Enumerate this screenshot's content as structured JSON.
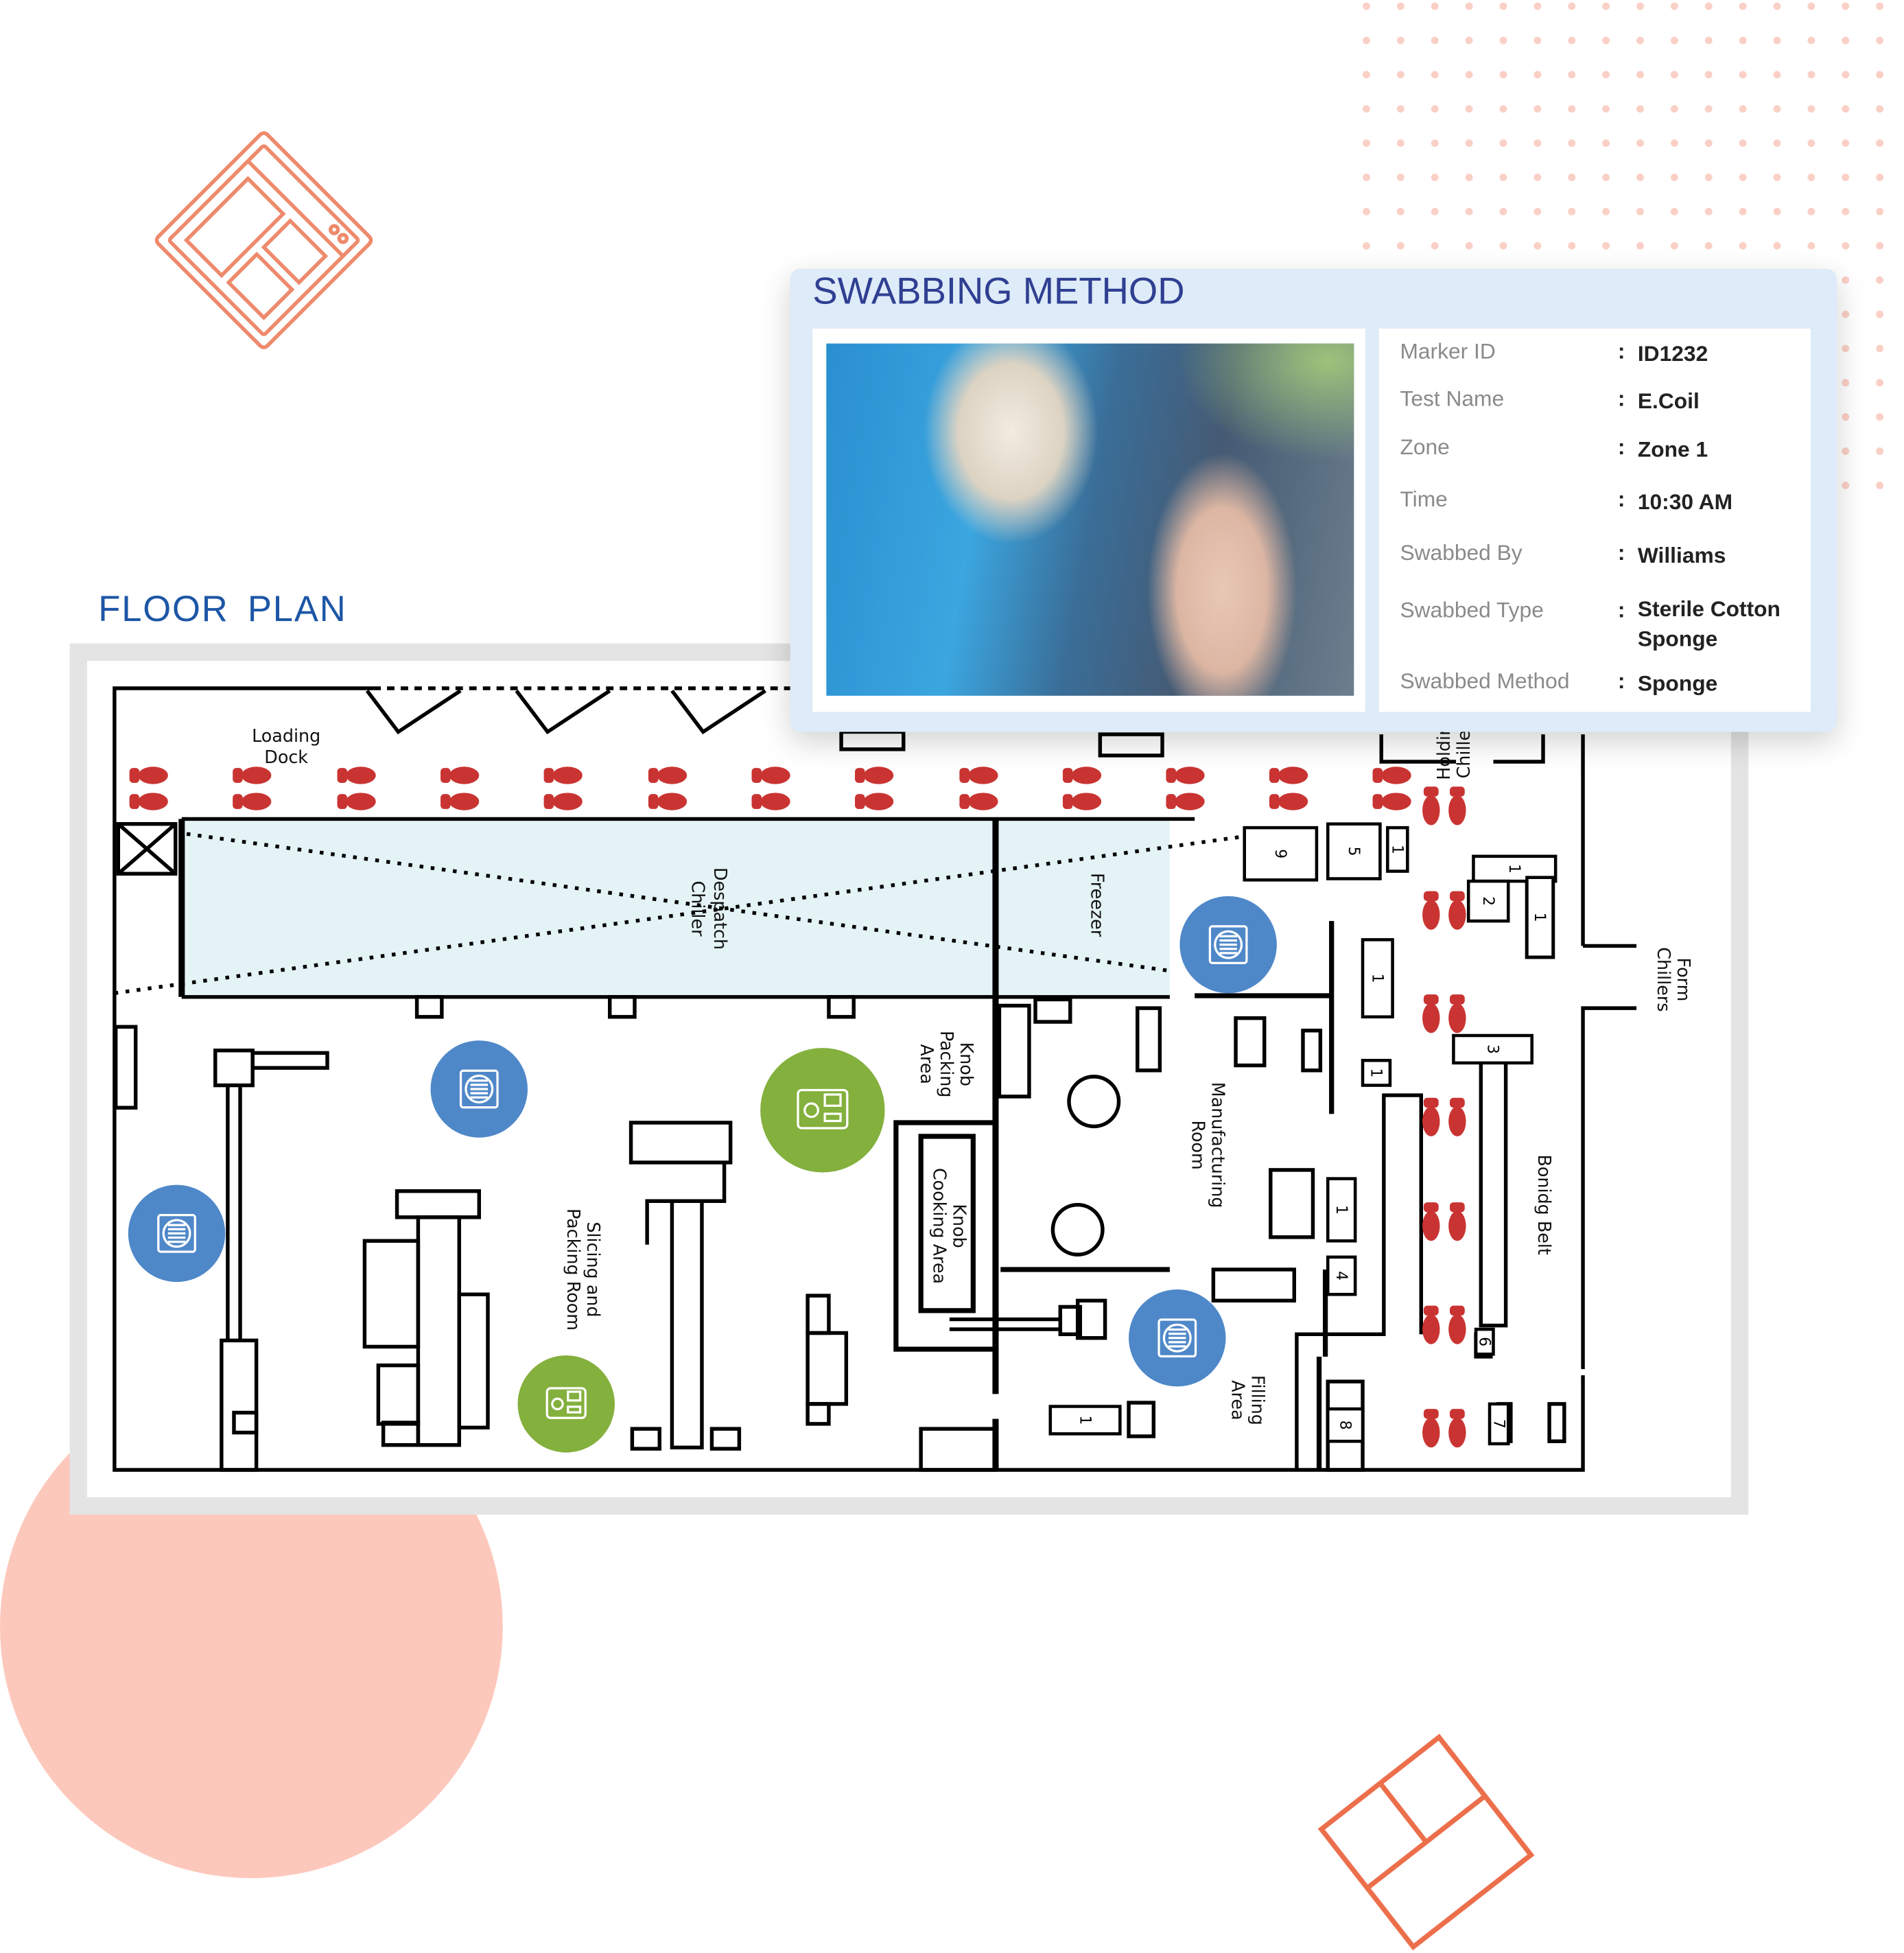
{
  "floor_plan": {
    "title": "FLOOR  PLAN",
    "rooms": {
      "loading_dock_1": "Loading",
      "loading_dock_2": "Dock",
      "despatch_1": "Despatch",
      "despatch_2": "Chiller",
      "freezer": "Freezer",
      "knob_packing_1": "Knob",
      "knob_packing_2": "Packing",
      "knob_packing_3": "Area",
      "knob_cooking_1": "Knob",
      "knob_cooking_2": "Cooking Area",
      "slicing_1": "Slicing and",
      "slicing_2": "Packing Room",
      "manufacturing_1": "Manufacturing",
      "manufacturing_2": "Room",
      "bonding_belt": "Bonidg Belt",
      "form_chillers_1": "Form",
      "form_chillers_2": "Chillers",
      "filling_1": "Filling",
      "filling_2": "Area",
      "holding_1": "Holdir",
      "holding_2": "Chille"
    },
    "equipment_numbers": [
      "9",
      "5",
      "1",
      "1",
      "2",
      "1",
      "1",
      "3",
      "1",
      "4",
      "6",
      "7",
      "8",
      "1",
      "1"
    ],
    "marker_colors": {
      "blue": "#4f88c9",
      "green": "#84b03d",
      "footprint": "#c93432"
    }
  },
  "popup": {
    "title": "SWABBING METHOD",
    "photo_alt": "swab-sample-photo",
    "rows": [
      {
        "label": "Marker ID",
        "value": "ID1232"
      },
      {
        "label": "Test Name",
        "value": "E.Coil"
      },
      {
        "label": "Zone",
        "value": "Zone 1"
      },
      {
        "label": "Time",
        "value": "10:30 AM"
      },
      {
        "label": "Swabbed By",
        "value": "Williams"
      },
      {
        "label": "Swabbed Type",
        "value": "Sterile Cotton Sponge"
      },
      {
        "label": "Swabbed Method",
        "value": "Sponge"
      }
    ],
    "separator": ":"
  }
}
